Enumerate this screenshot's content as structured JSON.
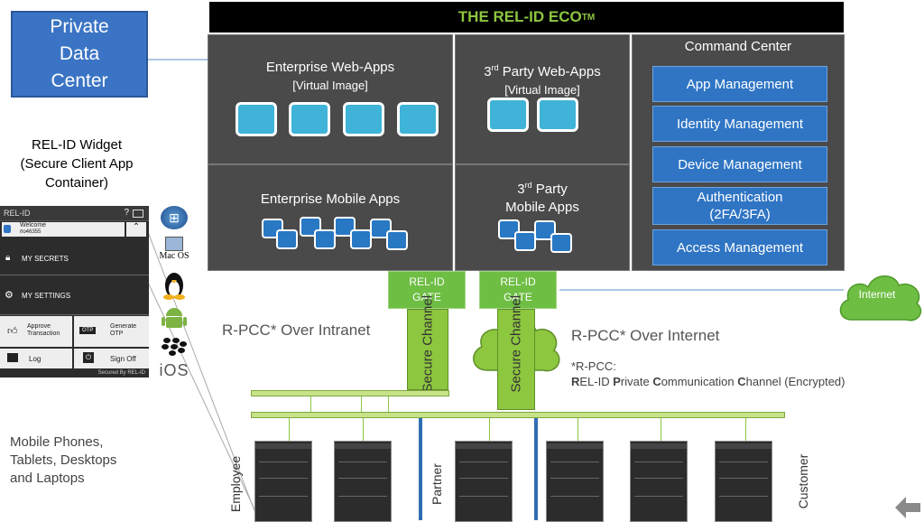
{
  "title": {
    "main": "THE REL-ID ECO",
    "sup": "TM"
  },
  "private_data_center": "Private Data Center",
  "widget_label": "REL-ID Widget (Secure Client App Container)",
  "widget": {
    "brand": "REL-ID",
    "welcome": "Welcome",
    "user": "rlo46355",
    "my_secrets": "MY SECRETS",
    "my_settings": "MY SETTINGS",
    "approve": "Approve Transaction",
    "otp_badge": "OTP",
    "generate_otp": "Generate OTP",
    "log": "Log",
    "sign_off": "Sign Off",
    "footer": "Secured By REL-ID"
  },
  "panels": {
    "enterprise_web": {
      "line1": "Enterprise Web-Apps",
      "line2": "[Virtual Image]"
    },
    "third_web": {
      "prefix": "3",
      "sup": "rd",
      "line1": " Party Web-Apps",
      "line2": "[Virtual Image]"
    },
    "enterprise_mobile": {
      "line1": "Enterprise Mobile Apps"
    },
    "third_mobile": {
      "prefix": "3",
      "sup": "rd",
      "line1": "  Party",
      "line2": "Mobile Apps"
    }
  },
  "command_center": {
    "title": "Command Center",
    "items": [
      "App Management",
      "Identity Management",
      "Device Management",
      "Authentication (2FA/3FA)",
      "Access Management"
    ]
  },
  "gates": [
    {
      "label": "REL-ID GATE"
    },
    {
      "label": "REL-ID GATE"
    }
  ],
  "internet": "Internet",
  "secure_channel": "Secure Channel",
  "rpcc_intranet": "R-PCC* Over Intranet",
  "rpcc_internet": "R-PCC* Over Internet",
  "rpcc_note": {
    "line1": "*R-PCC:",
    "r": "R",
    "r_rest": "EL-ID ",
    "p": "P",
    "p_rest": "rivate ",
    "c1": "C",
    "c1_rest": "ommunication ",
    "c2": "C",
    "c2_rest": "hannel (Encrypted)"
  },
  "devices_label": "Mobile Phones, Tablets, Desktops and Laptops",
  "os_icons": [
    "windows-icon",
    "macos-icon",
    "linux-icon",
    "android-icon",
    "blackberry-icon",
    "ios-icon"
  ],
  "os_text": {
    "macos": "Mac OS",
    "ios": "iOS"
  },
  "groups": {
    "employee": "Employee",
    "partner": "Partner",
    "customer": "Customer"
  },
  "colors": {
    "title_green": "#8dc63f",
    "panel_gray": "#4a4a4a",
    "cc_blue": "#2f75c4",
    "app_cyan": "#3fb3d8",
    "gate_green": "#6ebe44"
  }
}
